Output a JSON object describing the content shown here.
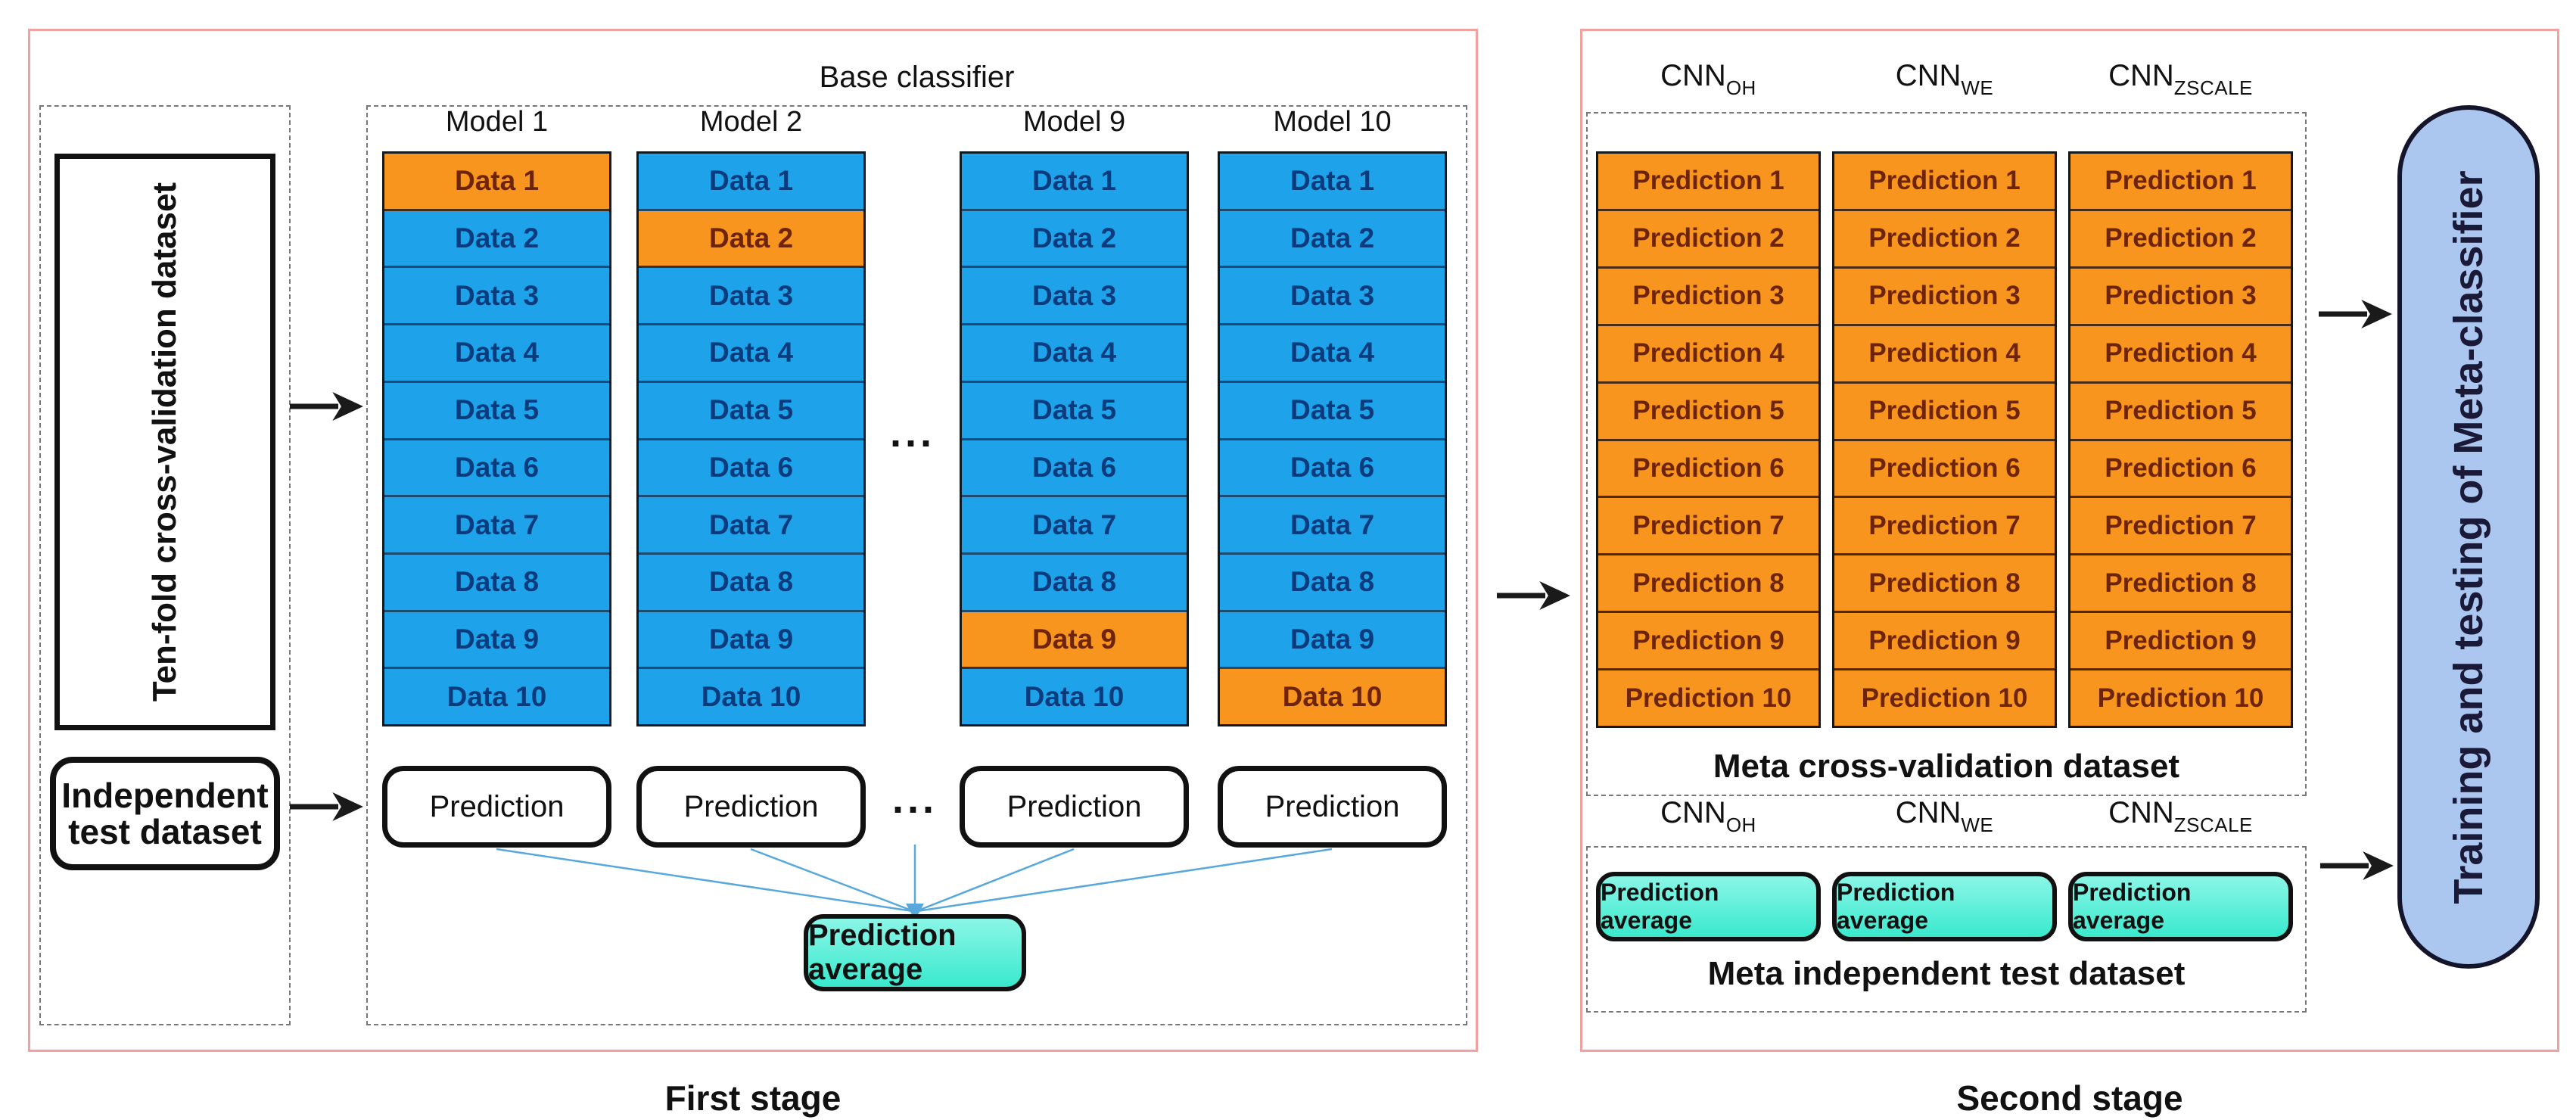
{
  "colors": {
    "pink": "#F2A1A1",
    "dash": "#777777",
    "blue": "#1EA2E9",
    "navy": "#0A3C7D",
    "orange": "#F8951E",
    "maroon": "#6E2409",
    "cyan_hi": "#8BF6E7",
    "cyan_lo": "#39E9CD",
    "pill": "#ABC7F0",
    "lblue": "#58A8DC"
  },
  "stage1": {
    "caption": "First stage",
    "tenfold_label": "Ten-fold cross-validation dataset",
    "independent_label": "Independent test dataset",
    "base_title": "Base classifier",
    "dots": "...",
    "models": [
      "Model 1",
      "Model 2",
      "Model 9",
      "Model 10"
    ],
    "data_labels": [
      "Data 1",
      "Data 2",
      "Data 3",
      "Data 4",
      "Data 5",
      "Data 6",
      "Data 7",
      "Data 8",
      "Data 9",
      "Data 10"
    ],
    "prediction": "Prediction",
    "prediction_average": "Prediction average"
  },
  "stage2": {
    "caption": "Second stage",
    "cnn": [
      {
        "name": "CNN",
        "sub": "OH"
      },
      {
        "name": "CNN",
        "sub": "WE"
      },
      {
        "name": "CNN",
        "sub": "ZSCALE"
      }
    ],
    "predictions": [
      "Prediction 1",
      "Prediction 2",
      "Prediction 3",
      "Prediction 4",
      "Prediction 5",
      "Prediction 6",
      "Prediction 7",
      "Prediction 8",
      "Prediction 9",
      "Prediction 10"
    ],
    "meta_cv_label": "Meta cross-validation dataset",
    "meta_itd_label": "Meta independent test dataset",
    "prediction_average": "Prediction average",
    "meta_classifier_label": "Training and testing of Meta-classifier"
  }
}
